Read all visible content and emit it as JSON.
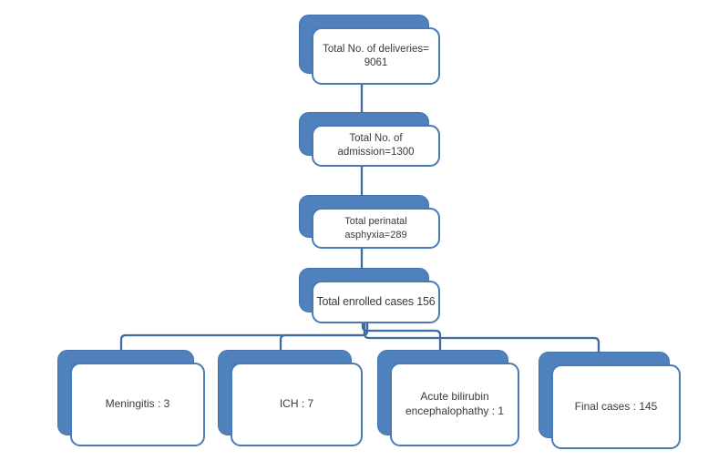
{
  "diagram": {
    "type": "flowchart",
    "description": "Patient enrollment flow diagram with stacked rounded boxes",
    "colors": {
      "accent_fill": "#4f81bd",
      "card_border": "#4a7ab5",
      "connector": "#3f6ba2",
      "text": "#3a3a3a",
      "background": "#ffffff"
    },
    "nodes": {
      "deliveries": {
        "label": "Total No. of deliveries=\n9061"
      },
      "admission": {
        "label": "Total No. of\nadmission=1300"
      },
      "perinatal": {
        "label": "Total perinatal\nasphyxia=289"
      },
      "enrolled": {
        "label": "Total enrolled cases 156"
      },
      "meningitis": {
        "label": "Meningitis : 3"
      },
      "ich": {
        "label": "ICH : 7"
      },
      "bilirubin": {
        "label": "Acute bilirubin\nencephalophathy : 1"
      },
      "final": {
        "label": "Final cases : 145"
      }
    },
    "edges": [
      {
        "from": "deliveries",
        "to": "admission"
      },
      {
        "from": "admission",
        "to": "perinatal"
      },
      {
        "from": "perinatal",
        "to": "enrolled"
      },
      {
        "from": "enrolled",
        "to": "meningitis"
      },
      {
        "from": "enrolled",
        "to": "ich"
      },
      {
        "from": "enrolled",
        "to": "bilirubin"
      },
      {
        "from": "enrolled",
        "to": "final"
      }
    ]
  }
}
